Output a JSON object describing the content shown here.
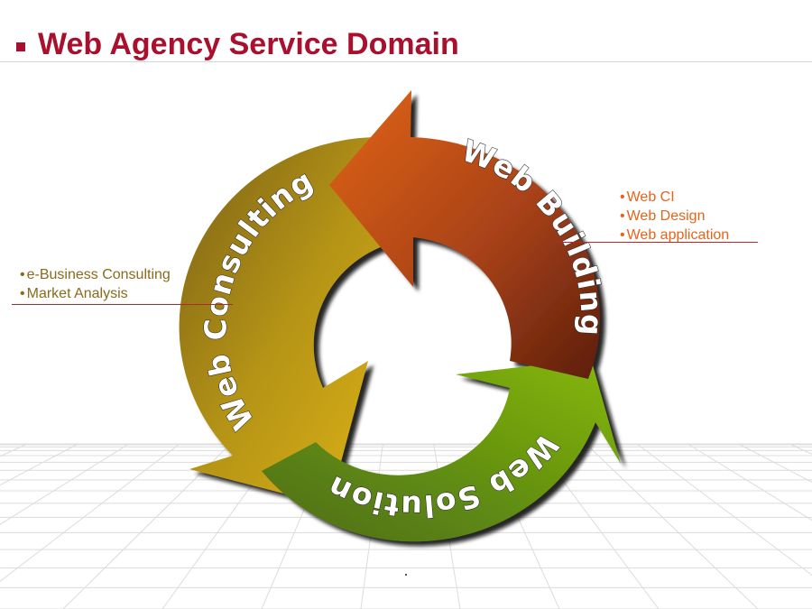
{
  "header": {
    "title": "Web Agency Service Domain"
  },
  "cycle": {
    "segments": [
      {
        "label": "Web Building",
        "color": "#c8511a"
      },
      {
        "label": "Web Solution",
        "color": "#6e9e10"
      },
      {
        "label": "Web Consulting",
        "color": "#c9a21a"
      }
    ]
  },
  "callouts": {
    "building": {
      "items": [
        "Web CI",
        "Web Design",
        "Web application"
      ]
    },
    "consulting": {
      "items": [
        "e-Business Consulting",
        "Market Analysis"
      ]
    }
  },
  "colors": {
    "title": "#a8102e",
    "accent_orange": "#e8631a",
    "accent_olive": "#8a6a1c",
    "leader": "#b02a2a"
  }
}
